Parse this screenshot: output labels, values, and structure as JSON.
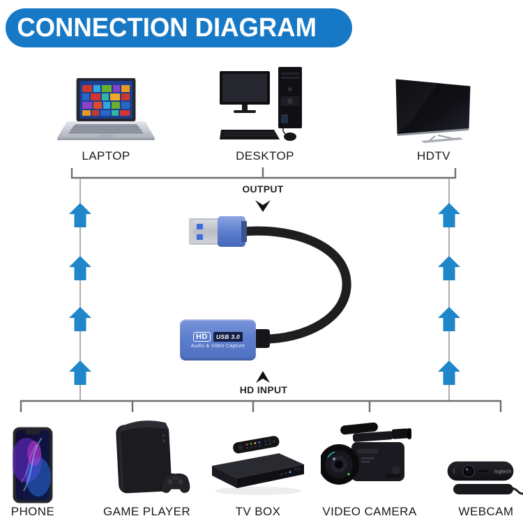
{
  "banner": {
    "title": "CONNECTION DIAGRAM",
    "bg_color": "#1779c5",
    "text_color": "#ffffff"
  },
  "colors": {
    "arrow_blue": "#1e86c9",
    "bracket_gray": "#6e6e6e",
    "line_gray": "#8a8a8a",
    "dongle_blue": "#5c7ecd",
    "cable_black": "#1e1e1e"
  },
  "flow": {
    "output_label": "OUTPUT",
    "hd_input_label": "HD INPUT"
  },
  "capture_device": {
    "hd_logo": "HD",
    "usb_badge": "USB 3.0",
    "caption": "Audio & Video Capture"
  },
  "top_devices": [
    {
      "id": "laptop",
      "label": "LAPTOP"
    },
    {
      "id": "desktop",
      "label": "DESKTOP"
    },
    {
      "id": "hdtv",
      "label": "HDTV"
    }
  ],
  "bottom_devices": [
    {
      "id": "phone",
      "label": "PHONE"
    },
    {
      "id": "game-player",
      "label": "GAME PLAYER"
    },
    {
      "id": "tv-box",
      "label": "TV BOX"
    },
    {
      "id": "video-camera",
      "label": "VIDEO CAMERA"
    },
    {
      "id": "webcam",
      "label": "WEBCAM"
    }
  ],
  "webcam_brand": "logitech"
}
